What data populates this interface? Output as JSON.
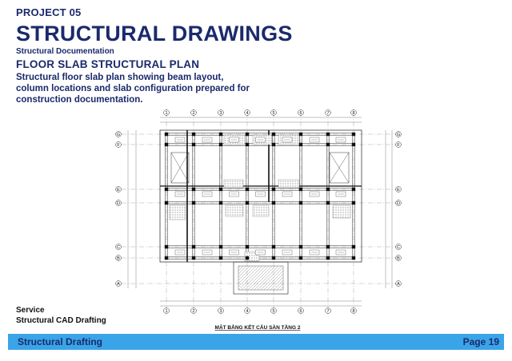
{
  "header": {
    "project": "PROJECT 05",
    "title": "STRUCTURAL DRAWINGS",
    "subtitle": "Structural Documentation",
    "plan_title": "FLOOR SLAB STRUCTURAL PLAN",
    "description": "Structural floor slab plan showing beam layout, column locations and slab configuration prepared for construction documentation."
  },
  "drawing": {
    "caption": "MẶT BẰNG KẾT CẤU SÀN TẦNG 2",
    "column_grid": [
      "1",
      "2",
      "3",
      "4",
      "5",
      "6",
      "7",
      "8"
    ],
    "row_grid": [
      "G",
      "F",
      "E",
      "D",
      "C",
      "B",
      "A"
    ]
  },
  "service": {
    "label": "Service",
    "value": "Structural CAD Drafting"
  },
  "footer": {
    "left": "Structural Drafting",
    "right": "Page 19"
  },
  "colors": {
    "brand": "#1a2a6b",
    "footer_bar": "#3aa4e8"
  }
}
